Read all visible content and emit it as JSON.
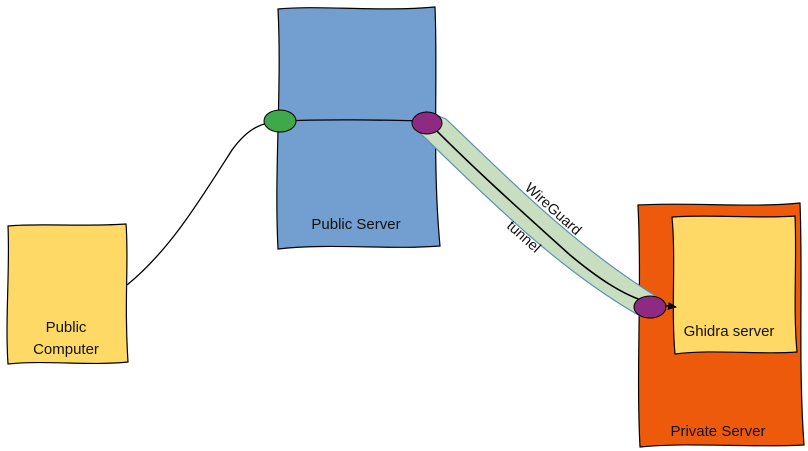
{
  "nodes": {
    "public_computer": {
      "line1": "Public",
      "line2": "Computer",
      "fill": "#FFD966"
    },
    "public_server": {
      "label": "Public Server",
      "fill": "#729FCF"
    },
    "private_server": {
      "label": "Private Server",
      "fill": "#EE5A0C"
    },
    "ghidra_server": {
      "label": "Ghidra server",
      "fill": "#FFD966"
    }
  },
  "tunnel": {
    "line1": "WireGuard",
    "line2": "tunnel",
    "fill": "#C9DEC0"
  },
  "ports": {
    "public_entry_color": "#3FA84A",
    "tunnel_endpoint_color": "#8E2A82"
  },
  "edges": [
    {
      "from": "public_computer",
      "to": "public_server"
    },
    {
      "from": "public_server",
      "to": "ghidra_server",
      "via": "tunnel"
    }
  ]
}
